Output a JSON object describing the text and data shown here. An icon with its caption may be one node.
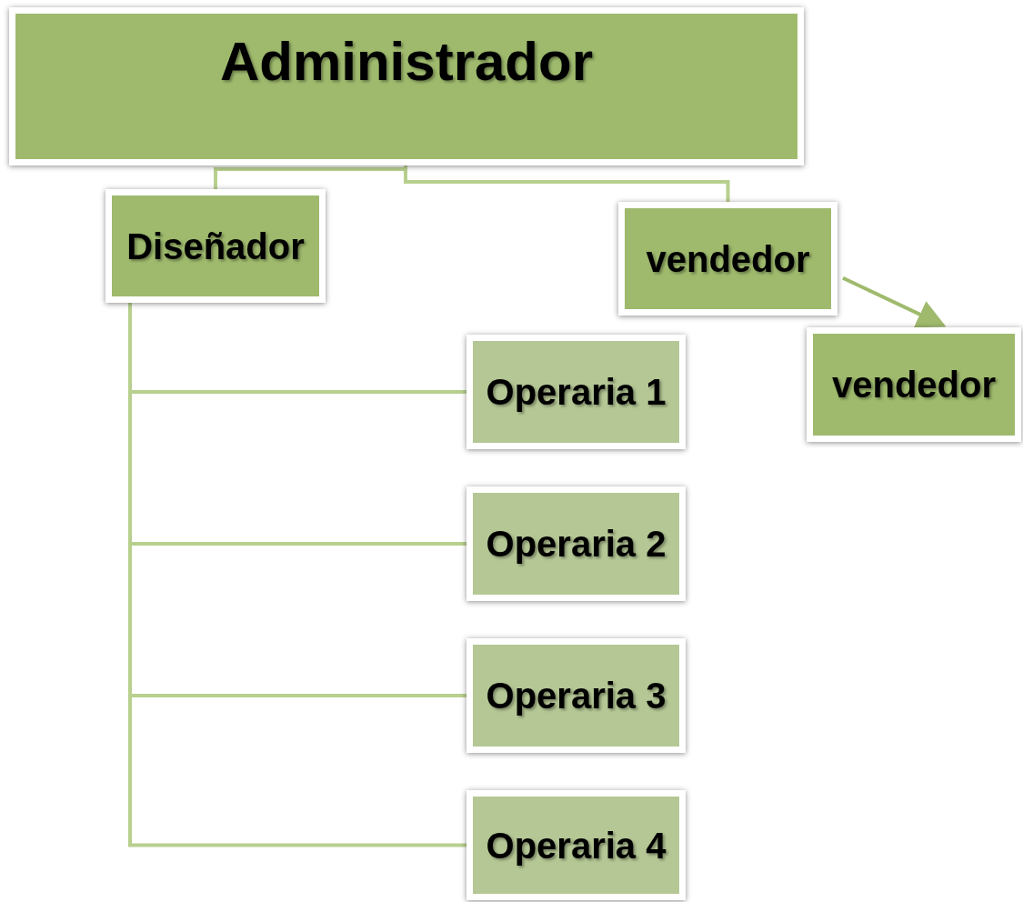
{
  "diagram": {
    "nodes": [
      {
        "text": [
          "Administrador"
        ]
      },
      {
        "text": [
          "Diseñador"
        ]
      },
      {
        "text": [
          "vendedor"
        ]
      },
      {
        "text": [
          "vendedor"
        ]
      },
      {
        "text": [
          "Operaria 1"
        ]
      },
      {
        "text": [
          "Operaria 2"
        ]
      },
      {
        "text": [
          "Operaria 3"
        ]
      },
      {
        "text": [
          "Operaria 4"
        ]
      }
    ],
    "edges": [
      {
        "from": 0,
        "to": 1,
        "arrow": "none"
      },
      {
        "from": 0,
        "to": 2,
        "arrow": "none"
      },
      {
        "from": 2,
        "to": 3,
        "arrow": "to"
      },
      {
        "from": 1,
        "to": 4,
        "arrow": "none"
      },
      {
        "from": 1,
        "to": 5,
        "arrow": "none"
      },
      {
        "from": 1,
        "to": 6,
        "arrow": "none"
      },
      {
        "from": 1,
        "to": 7,
        "arrow": "none"
      }
    ]
  }
}
